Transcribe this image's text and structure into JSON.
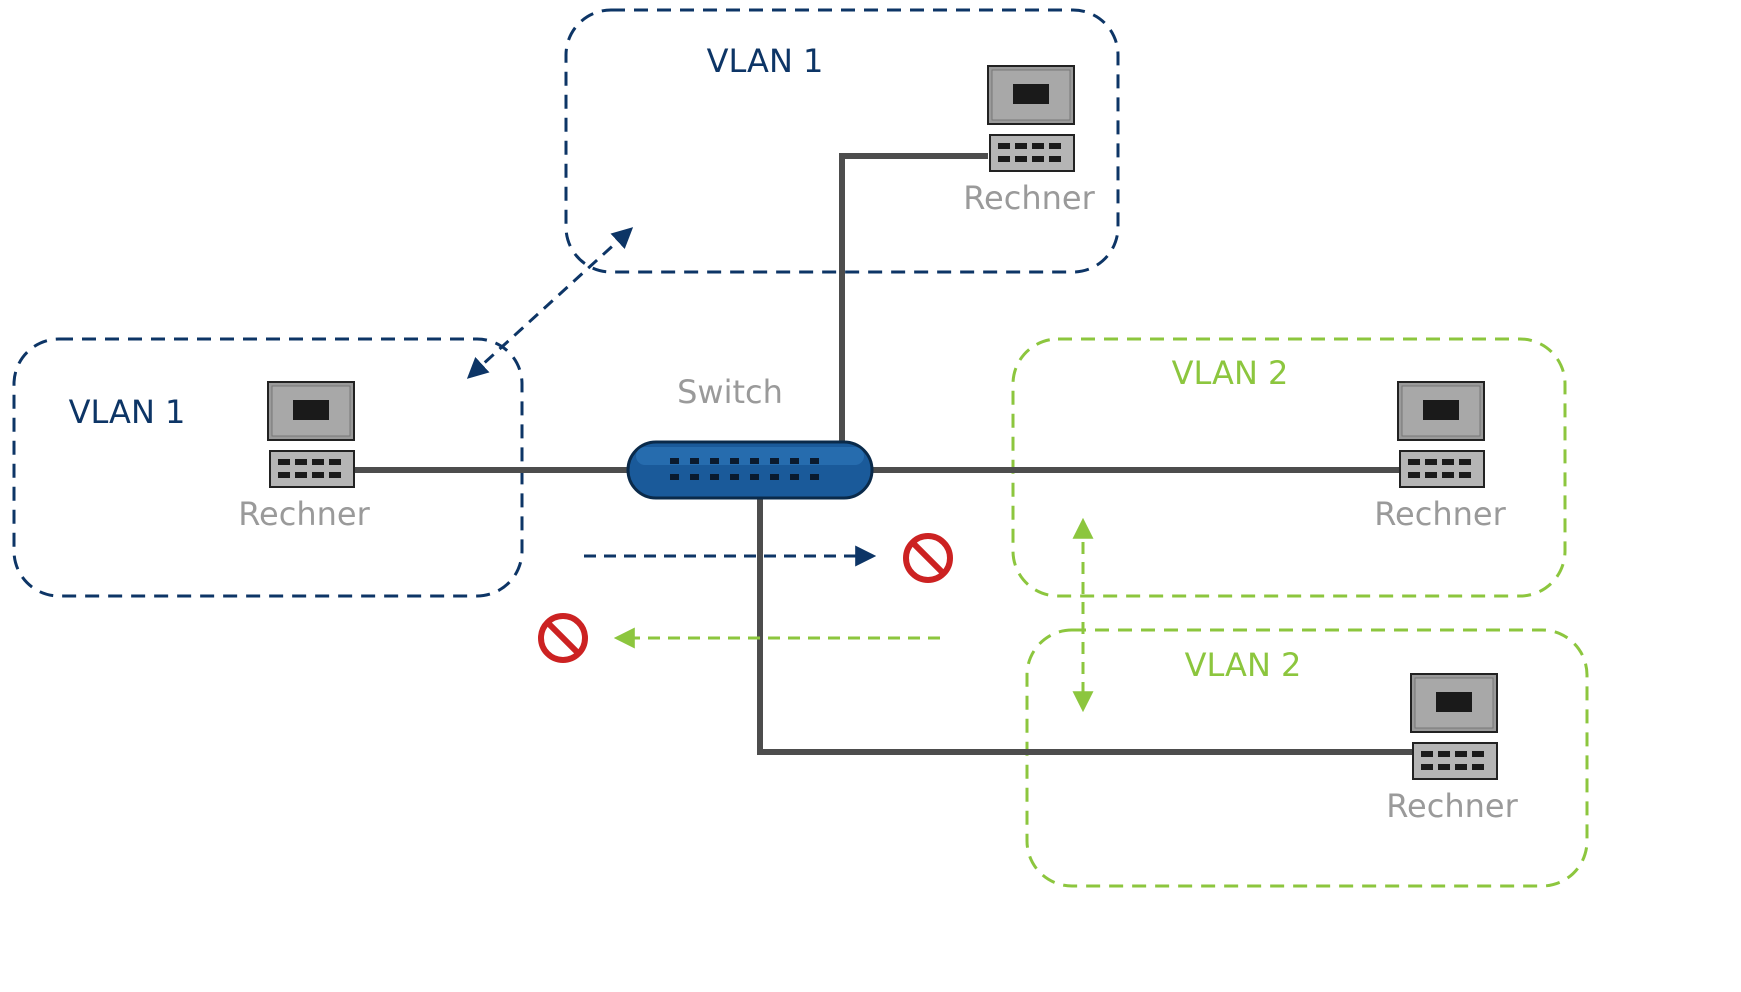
{
  "colors": {
    "vlan1": "#0d3566",
    "vlan2": "#8cc63e",
    "cable": "#4d4d4d",
    "label_gray": "#9a9a9a",
    "switch_body": "#1a5a9a",
    "block": "#cc2222"
  },
  "zones": [
    {
      "id": "vlan1-top",
      "label": "VLAN 1"
    },
    {
      "id": "vlan1-left",
      "label": "VLAN 1"
    },
    {
      "id": "vlan2-right",
      "label": "VLAN 2"
    },
    {
      "id": "vlan2-bottom",
      "label": "VLAN 2"
    }
  ],
  "switch": {
    "label": "Switch"
  },
  "computers": [
    {
      "id": "pc-top",
      "label": "Rechner"
    },
    {
      "id": "pc-left",
      "label": "Rechner"
    },
    {
      "id": "pc-right",
      "label": "Rechner"
    },
    {
      "id": "pc-bottom",
      "label": "Rechner"
    }
  ],
  "icons": {
    "computer": "computer-icon",
    "switch": "switch-icon",
    "block": "no-entry-icon"
  }
}
